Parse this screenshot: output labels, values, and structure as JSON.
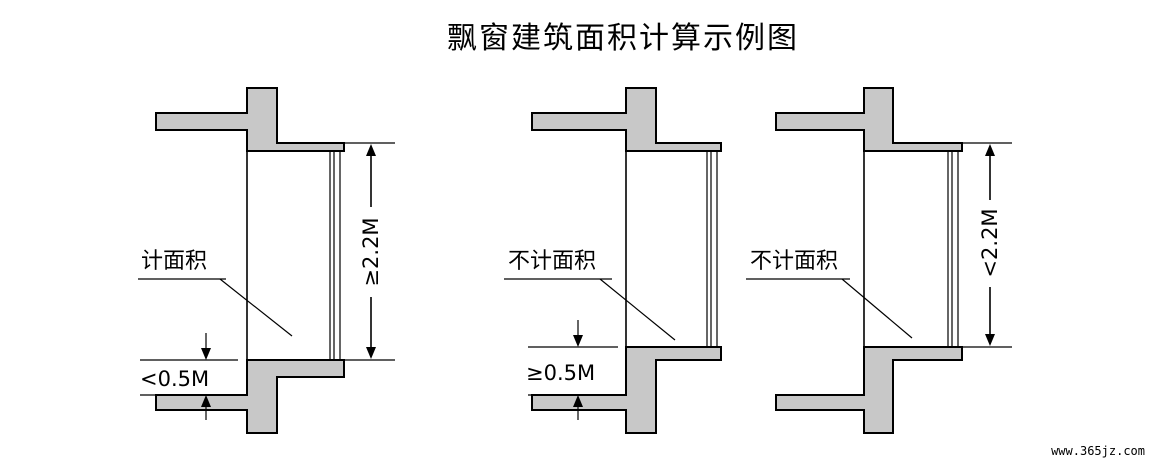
{
  "title": "飘窗建筑面积计算示例图",
  "panels": [
    {
      "label": "计面积",
      "height_dim": "≥2.2M",
      "sill_dim": "<0.5M"
    },
    {
      "label": "不计面积",
      "sill_dim": "≥0.5M"
    },
    {
      "label": "不计面积",
      "height_dim": "<2.2M"
    }
  ],
  "watermark": "www.365jz.com",
  "colors": {
    "wall_fill": "#c8c8c8",
    "line": "#000000",
    "background": "#ffffff"
  }
}
